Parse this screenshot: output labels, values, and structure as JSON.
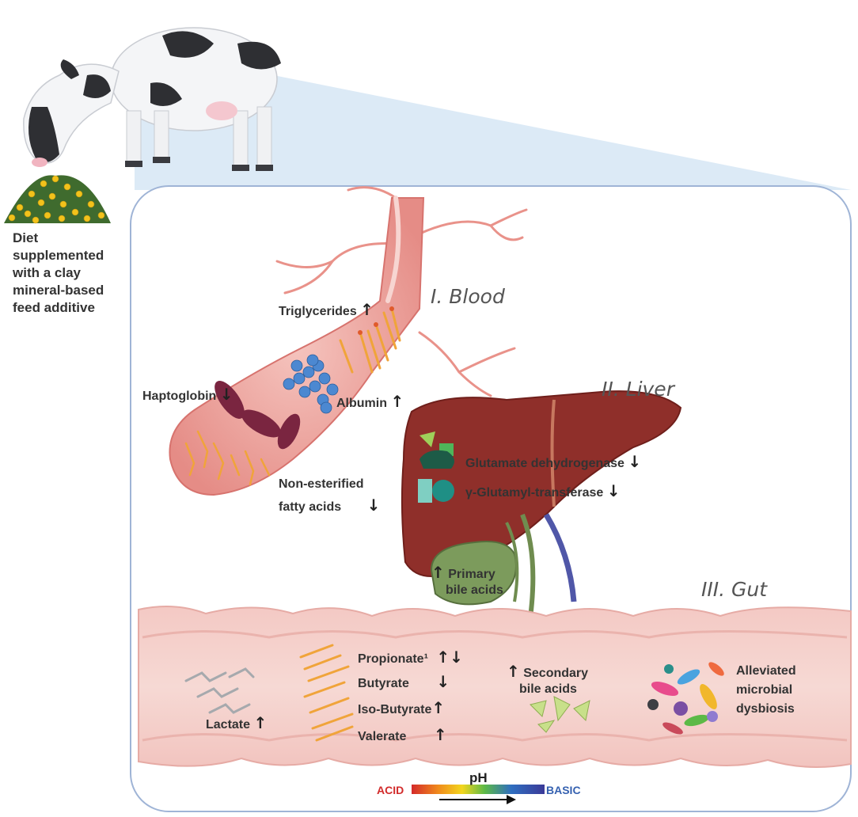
{
  "diet_label": [
    "Diet",
    "supplemented",
    "with a clay",
    "mineral-based",
    "feed additive"
  ],
  "sections": {
    "blood": "I. Blood",
    "liver": "II. Liver",
    "gut": "III. Gut"
  },
  "blood_markers": {
    "triglycerides": "Triglycerides",
    "haptoglobin": "Haptoglobin",
    "albumin": "Albumin",
    "nefa_line1": "Non-esterified",
    "nefa_line2": "fatty acids"
  },
  "liver_markers": {
    "gldh": "Glutamate dehydrogenase",
    "ggt": "γ-Glutamyl-transferase",
    "primary_line1": "Primary",
    "primary_line2": "bile acids"
  },
  "gut_markers": {
    "lactate": "Lactate",
    "propionate": "Propionate¹",
    "butyrate": "Butyrate",
    "isobutyrate": "Iso-Butyrate",
    "valerate": "Valerate",
    "secondary_line1": "Secondary",
    "secondary_line2": "bile acids",
    "dysbiosis_line1": "Alleviated",
    "dysbiosis_line2": "microbial",
    "dysbiosis_line3": "dysbiosis"
  },
  "arrows": {
    "up": "↑",
    "down": "↓",
    "updown": "↑↓"
  },
  "ph_scale": {
    "title": "pH",
    "acid": "ACID",
    "basic": "BASIC"
  },
  "colors": {
    "acid": "#d22b2b",
    "basic": "#3561b0",
    "liver": "#8f2f2a",
    "panel_border": "#9fb4d6",
    "cone": "#d6e6f5"
  }
}
